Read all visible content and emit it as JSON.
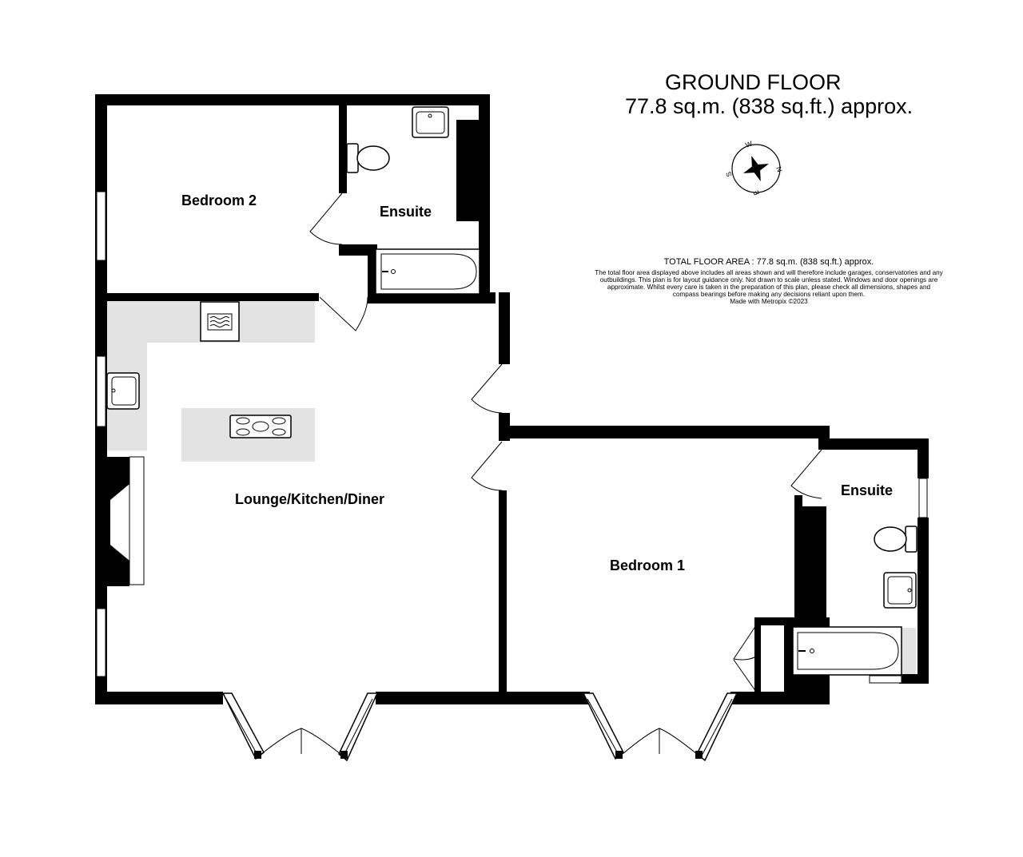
{
  "header": {
    "floor_title": "GROUND FLOOR",
    "floor_area": "77.8 sq.m. (838 sq.ft.) approx."
  },
  "notes": {
    "total_area": "TOTAL FLOOR AREA : 77.8 sq.m. (838 sq.ft.) approx.",
    "disclaimer": "The total floor area displayed above includes all areas shown and will therefore include garages, conservatories and any outbuildings. This plan is for layout guidance only. Not drawn to scale unless stated. Windows and door openings are approximate. Whilst every care is taken in the preparation of this plan, please check all dimensions, shapes and compass bearings before making any decisions reliant upon them.",
    "credit": "Made with Metropix ©2023"
  },
  "compass": {
    "n": "N",
    "e": "E",
    "s": "S",
    "w": "W"
  },
  "rooms": {
    "bedroom2": "Bedroom 2",
    "ensuite_top": "Ensuite",
    "lounge": "Lounge/Kitchen/Diner",
    "bedroom1": "Bedroom 1",
    "ensuite_right": "Ensuite"
  },
  "colors": {
    "wall": "#000000",
    "worktop": "#e3e3e3",
    "window": "#ffffff"
  }
}
